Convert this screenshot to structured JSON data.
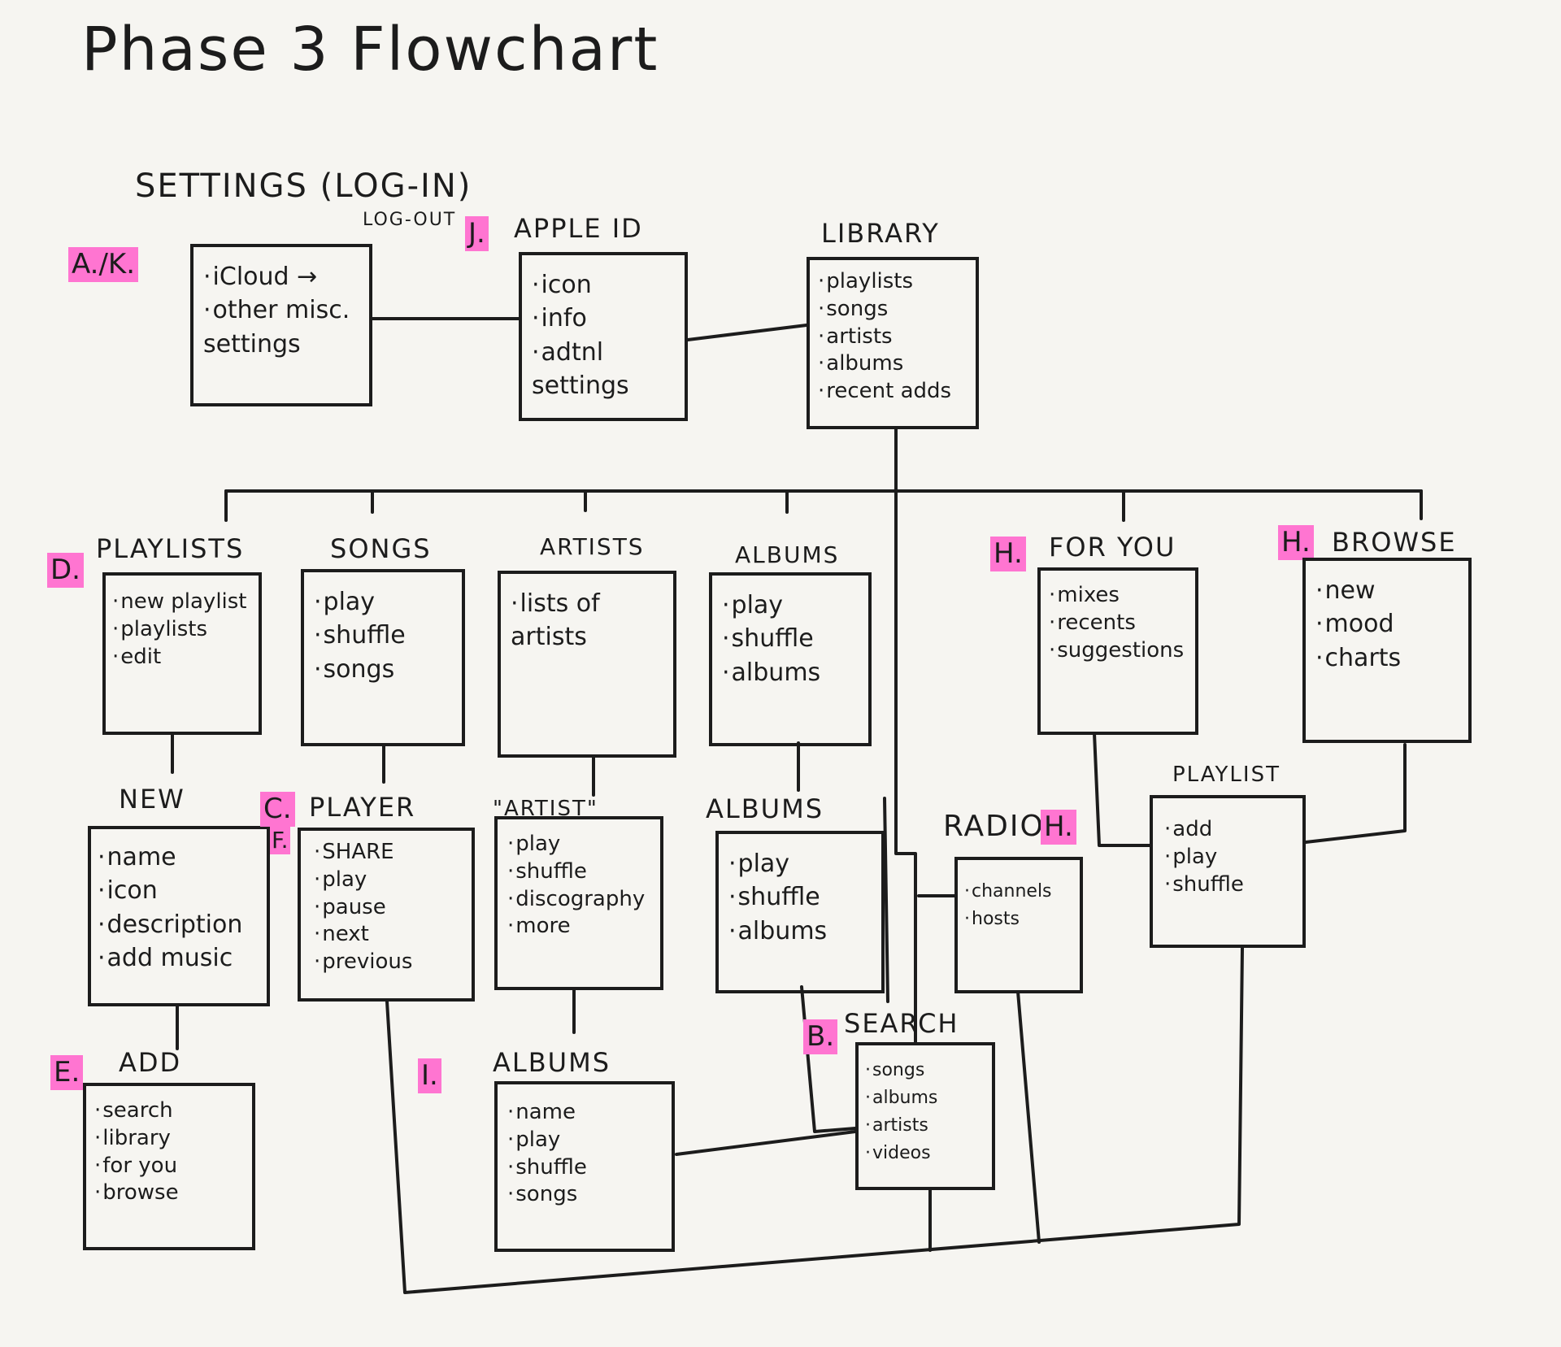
{
  "title": "Phase 3 Flowchart",
  "highlight_color": "#ff75d1",
  "nodes": {
    "settings": {
      "title": "SETTINGS (LOG-IN)",
      "subtitle": "LOG-OUT",
      "marker": "A./K.",
      "items": [
        "iCloud →",
        "other misc. settings"
      ]
    },
    "apple_id": {
      "title": "APPLE ID",
      "marker": "J.",
      "items": [
        "icon",
        "info",
        "adtnl settings"
      ]
    },
    "library": {
      "title": "LIBRARY",
      "items": [
        "playlists",
        "songs",
        "artists",
        "albums",
        "recent adds"
      ]
    },
    "playlists": {
      "title": "PLAYLISTS",
      "marker": "D.",
      "items": [
        "new playlist",
        "playlists",
        "edit"
      ]
    },
    "songs": {
      "title": "SONGS",
      "items": [
        "play",
        "shuffle",
        "songs"
      ]
    },
    "artists": {
      "title": "ARTISTS",
      "items": [
        "lists of artists"
      ]
    },
    "albums_lib": {
      "title": "ALBUMS",
      "items": [
        "play",
        "shuffle",
        "albums"
      ]
    },
    "for_you": {
      "title": "FOR YOU",
      "marker": "H.",
      "items": [
        "mixes",
        "recents",
        "suggestions"
      ]
    },
    "browse": {
      "title": "BROWSE",
      "marker": "H.",
      "items": [
        "new",
        "mood",
        "charts"
      ]
    },
    "new_playlist": {
      "title": "NEW",
      "items": [
        "name",
        "icon",
        "description",
        "add music"
      ]
    },
    "player": {
      "title": "PLAYER",
      "marker": "C.",
      "marker2": "F.",
      "items": [
        "SHARE",
        "play",
        "pause",
        "next",
        "previous"
      ]
    },
    "artist": {
      "title": "\"ARTIST\"",
      "items": [
        "play",
        "shuffle",
        "discography",
        "more"
      ]
    },
    "albums_detail": {
      "title": "ALBUMS",
      "items": [
        "play",
        "shuffle",
        "albums"
      ]
    },
    "radio": {
      "title": "RADIO",
      "marker": "H.",
      "items": [
        "channels",
        "hosts"
      ]
    },
    "playlist": {
      "title": "PLAYLIST",
      "items": [
        "add",
        "play",
        "shuffle"
      ]
    },
    "add": {
      "title": "ADD",
      "marker": "E.",
      "items": [
        "search",
        "library",
        "for you",
        "browse"
      ]
    },
    "album_i": {
      "title": "ALBUMS",
      "marker": "I.",
      "items": [
        "name",
        "play",
        "shuffle",
        "songs"
      ]
    },
    "search": {
      "title": "SEARCH",
      "marker": "B.",
      "items": [
        "songs",
        "albums",
        "artists",
        "videos"
      ]
    }
  }
}
